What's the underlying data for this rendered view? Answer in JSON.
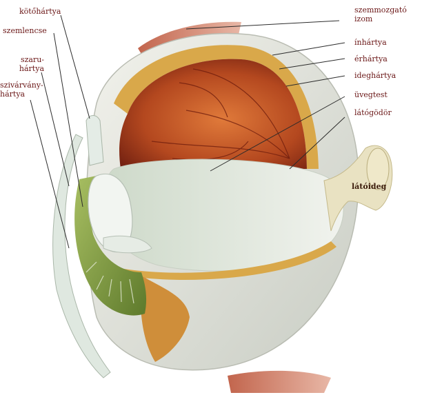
{
  "labels": {
    "kotohartya": "kötőhártya",
    "szemlencse": "szemlencse",
    "szaruhartya_1": "szaru-",
    "szaruhartya_2": "hártya",
    "szivarvanyhartya_1": "szivárvány-",
    "szivarvanyhartya_2": "hártya",
    "szemmozgato_1": "szemmozgató",
    "szemmozgato_2": "izom",
    "inhartya": "ínhártya",
    "erhartya": "érhártya",
    "ideghartya": "ideghártya",
    "uvegtest": "üvegtest",
    "latogodor": "látógödör",
    "latoideg": "látóideg"
  },
  "colors": {
    "label_text": "#6a1616",
    "leader_line": "#2b2b2b",
    "retina": "#b4481f",
    "sclera": "#dcdcd2",
    "choroid": "#d9a84a",
    "vitreous": "#e8ede6",
    "iris": "#8ea84a",
    "cornea": "#dfe8e0",
    "muscle": "#c0604a"
  }
}
